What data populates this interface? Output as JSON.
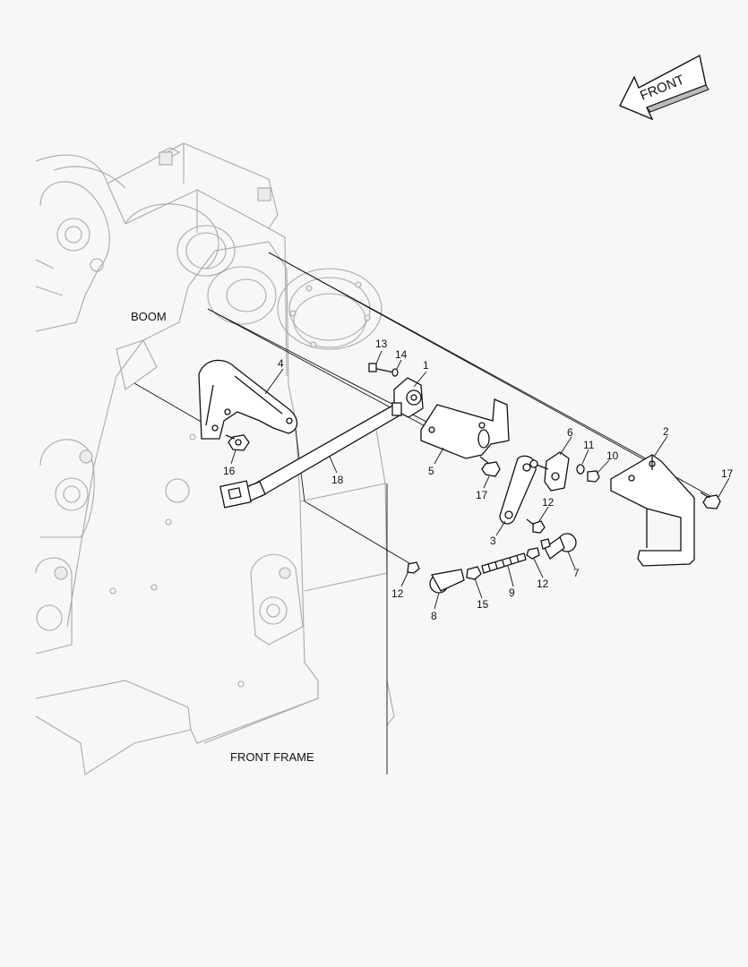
{
  "direction_arrow": {
    "label": "FRONT",
    "icon": "front-arrow-icon"
  },
  "labels": {
    "boom": "BOOM",
    "front_frame": "FRONT FRAME"
  },
  "callouts": [
    {
      "id": "c1",
      "num": "1"
    },
    {
      "id": "c2",
      "num": "2"
    },
    {
      "id": "c3",
      "num": "3"
    },
    {
      "id": "c4",
      "num": "4"
    },
    {
      "id": "c5",
      "num": "5"
    },
    {
      "id": "c6",
      "num": "6"
    },
    {
      "id": "c7",
      "num": "7"
    },
    {
      "id": "c8",
      "num": "8"
    },
    {
      "id": "c9",
      "num": "9"
    },
    {
      "id": "c10",
      "num": "10"
    },
    {
      "id": "c11",
      "num": "11"
    },
    {
      "id": "c12a",
      "num": "12"
    },
    {
      "id": "c12b",
      "num": "12"
    },
    {
      "id": "c12c",
      "num": "12"
    },
    {
      "id": "c13",
      "num": "13"
    },
    {
      "id": "c14",
      "num": "14"
    },
    {
      "id": "c15",
      "num": "15"
    },
    {
      "id": "c16",
      "num": "16"
    },
    {
      "id": "c17a",
      "num": "17"
    },
    {
      "id": "c17b",
      "num": "17"
    },
    {
      "id": "c18",
      "num": "18"
    }
  ],
  "colors": {
    "ink": "#111111",
    "ghost": "#a9a9a9",
    "background": "#f7f7f7"
  }
}
